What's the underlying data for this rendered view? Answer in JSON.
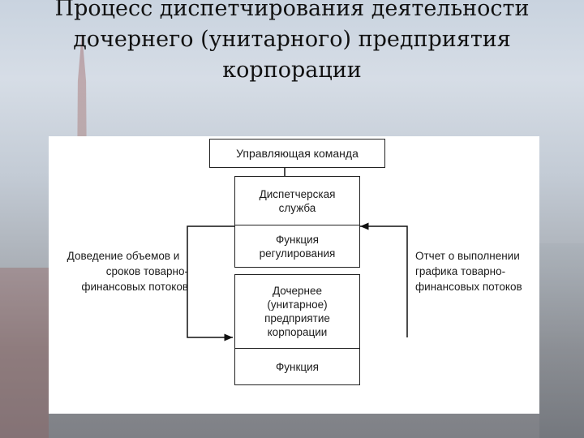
{
  "title": {
    "line1": "Процесс диспетчирования деятельности",
    "line2": "дочернего (унитарного) предприятия",
    "line3": "корпорации"
  },
  "diagram": {
    "management_team": "Управляющая команда",
    "dispatch_service": {
      "line1": "Диспетчерская",
      "line2": "служба"
    },
    "regulation_function": {
      "line1": "Функция",
      "line2": "регулирования"
    },
    "subsidiary": {
      "line1": "Дочернее",
      "line2": "(унитарное)",
      "line3": "предприятие",
      "line4": "корпорации"
    },
    "function": "Функция",
    "left_label": {
      "line1": "Доведение объемов и",
      "line2": "сроков товарно-",
      "line3": "финансовых потоков"
    },
    "right_label": {
      "line1": "Отчет о выполнении",
      "line2": "графика товарно-",
      "line3": "финансовых потоков"
    }
  }
}
